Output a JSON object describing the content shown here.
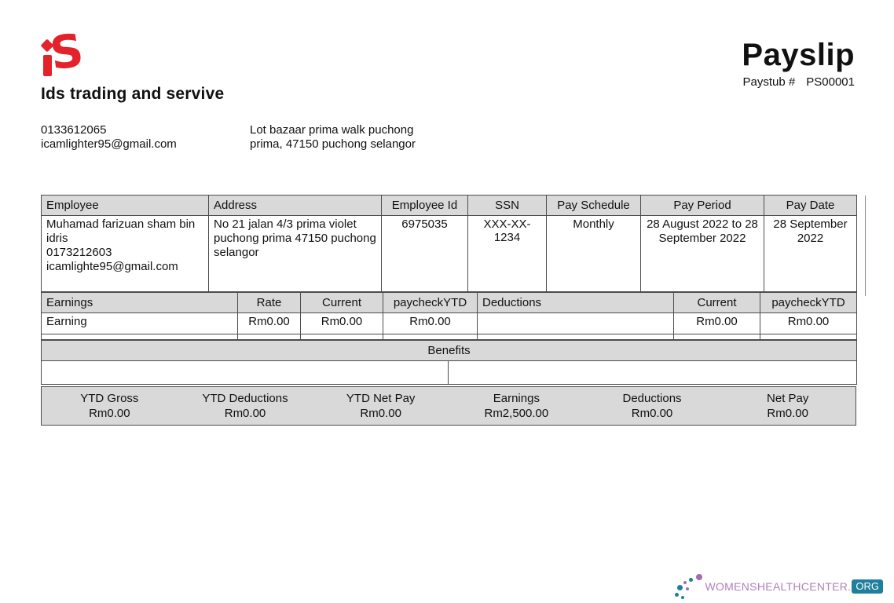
{
  "colors": {
    "logo_red": "#e3222a",
    "table_header_gray": "#d9d9d9",
    "border_gray": "#4d4d4d",
    "watermark_purple": "#b27fbc",
    "watermark_teal": "#1f7f9c"
  },
  "logo": {
    "glyph": "S",
    "name": "ids-mark"
  },
  "header": {
    "title": "Payslip",
    "paystub_label": "Paystub #",
    "paystub_number": "PS00001",
    "company_name": "Ids trading and servive",
    "phone": "0133612065",
    "email": "icamlighter95@gmail.com",
    "address_line1": "Lot bazaar prima walk puchong",
    "address_line2": "prima, 47150 puchong selangor"
  },
  "employee_table": {
    "headers": [
      "Employee",
      "Address",
      "Employee Id",
      "SSN",
      "Pay Schedule",
      "Pay Period",
      "Pay Date"
    ],
    "row": {
      "name": "Muhamad farizuan sham bin idris",
      "phone": "0173212603",
      "email": "icamlighte95@gmail.com",
      "address": "No 21 jalan 4/3 prima violet puchong prima 47150 puchong selangor",
      "employee_id": "6975035",
      "ssn": "XXX-XX-1234",
      "pay_schedule": "Monthly",
      "pay_period": "28 August 2022 to 28 September 2022",
      "pay_date": "28 September 2022"
    }
  },
  "earnings_table": {
    "headers": [
      "Earnings",
      "Rate",
      "Current",
      "paycheckYTD",
      "Deductions",
      "Current",
      "paycheckYTD"
    ],
    "row": {
      "earning_name": "Earning",
      "rate": "Rm0.00",
      "current": "Rm0.00",
      "paycheck_ytd": "Rm0.00",
      "deduction_name": "",
      "deduction_current": "Rm0.00",
      "deduction_paycheck_ytd": "Rm0.00"
    }
  },
  "benefits": {
    "header": "Benefits"
  },
  "summary": {
    "items": [
      {
        "label": "YTD Gross",
        "value": "Rm0.00"
      },
      {
        "label": "YTD Deductions",
        "value": "Rm0.00"
      },
      {
        "label": "YTD Net Pay",
        "value": "Rm0.00"
      },
      {
        "label": "Earnings",
        "value": "Rm2,500.00"
      },
      {
        "label": "Deductions",
        "value": "Rm0.00"
      },
      {
        "label": "Net Pay",
        "value": "Rm0.00"
      }
    ]
  },
  "watermark": {
    "text": "WOMENSHEALTHCENTER.",
    "badge": "ORG"
  }
}
